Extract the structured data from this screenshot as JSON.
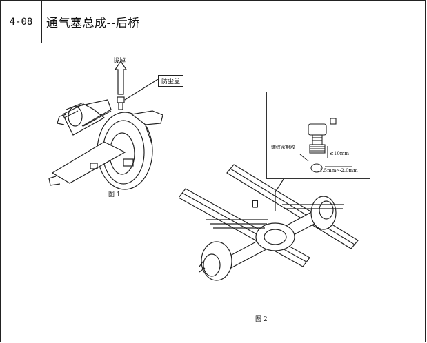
{
  "header": {
    "code": "4-08",
    "title": "通气塞总成--后桥"
  },
  "figure1": {
    "arrow_label": "拔掉",
    "callout": "防尘盖",
    "caption": "图 1"
  },
  "figure2": {
    "sealant_label": "螺纹密封胶",
    "dim_top": "≤10mm",
    "dim_bottom": "1.5mm～2.0mm",
    "caption": "图 2"
  }
}
